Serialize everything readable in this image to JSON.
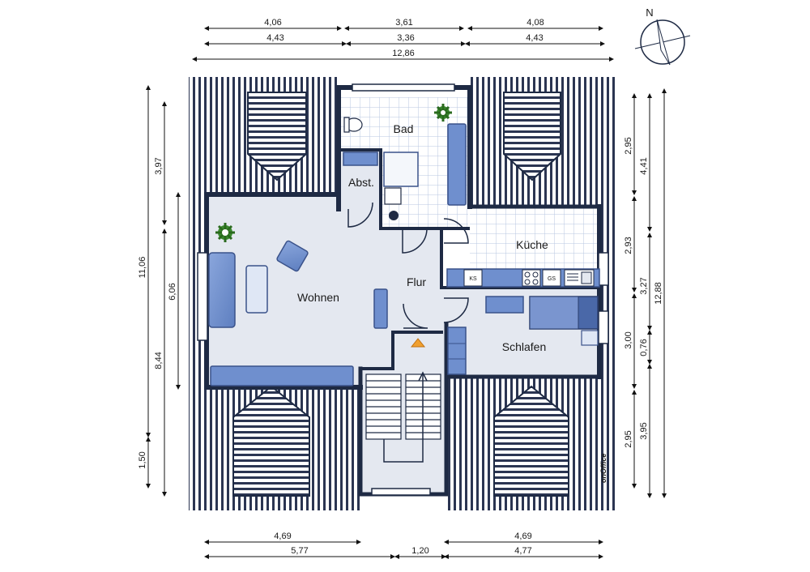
{
  "compass": {
    "north": "N"
  },
  "rooms": {
    "bad": "Bad",
    "abst": "Abst.",
    "kueche": "Küche",
    "wohnen": "Wohnen",
    "flur": "Flur",
    "schlafen": "Schlafen"
  },
  "appliances": {
    "ks": "KS",
    "gs": "GS"
  },
  "brand": {
    "logo": "onOffice"
  },
  "dimensions": {
    "top": [
      "4,06",
      "3,61",
      "4,08",
      "4,43",
      "3,36",
      "4,43",
      "12,86"
    ],
    "left": [
      "11,06",
      "3,97",
      "6,06",
      "8,44",
      "1,50"
    ],
    "right": [
      "2,95",
      "4,41",
      "2,93",
      "3,27",
      "12,88",
      "3,00",
      "0,76",
      "2,95",
      "3,95"
    ],
    "bottom": [
      "4,69",
      "4,69",
      "5,77",
      "1,20",
      "4,77"
    ]
  },
  "colors": {
    "wall": "#1e2a44",
    "floor": "#e4e8f0",
    "furniture": "#6f8fce",
    "furniture_dark": "#4a68a8",
    "tile": "#c9d6ec",
    "plant": "#3a8a2e",
    "arrow": "#f0a030"
  }
}
